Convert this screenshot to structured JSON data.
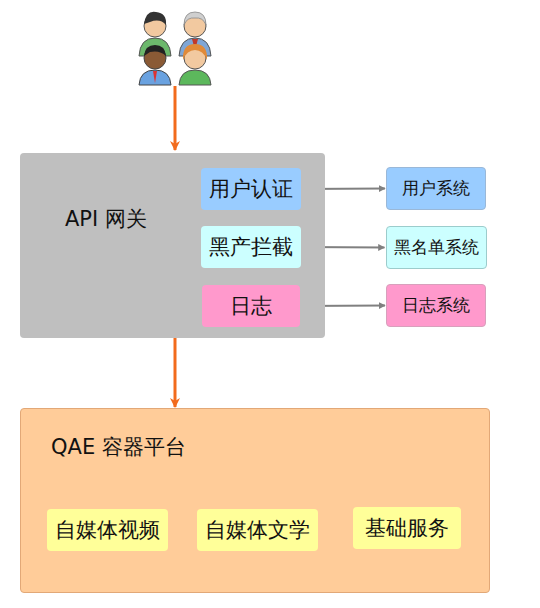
{
  "diagram": {
    "nodes": [
      {
        "text": [
          "API 网关"
        ]
      },
      {
        "text": [
          "用户认证"
        ],
        "in": 0
      },
      {
        "text": [
          "黑产拦截"
        ],
        "in": 0
      },
      {
        "text": [
          "日志"
        ],
        "in": 0
      },
      {
        "text": [
          "用户系统"
        ]
      },
      {
        "text": [
          "黑名单系统"
        ]
      },
      {
        "text": [
          "日志系统"
        ]
      },
      {
        "text": [
          "QAE 容器平台"
        ]
      },
      {
        "text": [
          "自媒体视频"
        ],
        "in": 7
      },
      {
        "text": [
          "自媒体文学"
        ],
        "in": 7
      },
      {
        "text": [
          "基础服务"
        ],
        "in": 7
      }
    ],
    "edges": [
      {
        "from": 1,
        "to": 4,
        "arrow": "to"
      },
      {
        "from": 2,
        "to": 5,
        "arrow": "to"
      },
      {
        "from": 3,
        "to": 6,
        "arrow": "to"
      },
      {
        "from": 0,
        "to": 7,
        "arrow": "to"
      }
    ]
  }
}
